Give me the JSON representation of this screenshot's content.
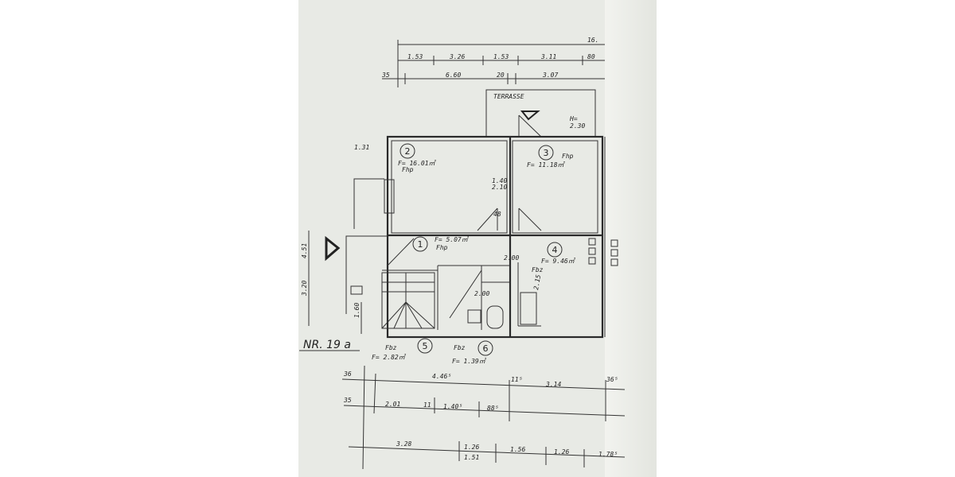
{
  "plan": {
    "label": "NR. 19 a",
    "terrace": "TERRASSE",
    "terrace_height": "H=",
    "terrace_height_value": "2.30",
    "rooms": [
      {
        "number": "1",
        "area": "F= 5.07㎡",
        "floor": "Fhp"
      },
      {
        "number": "2",
        "area": "F= 16.01㎡",
        "floor": "Fhp"
      },
      {
        "number": "3",
        "area": "F= 11.18㎡",
        "floor": "Fhp"
      },
      {
        "number": "4",
        "area": "F= 9.46㎡",
        "floor": "Fbz"
      },
      {
        "number": "5",
        "area": "F= 2.82㎡",
        "floor": "Fbz"
      },
      {
        "number": "6",
        "area": "F= 1.39㎡",
        "floor": "Fbz"
      }
    ],
    "door_notes": [
      "1.40",
      "2.10",
      "48",
      "2.00",
      "2.00",
      "1.26",
      "1.51",
      "2.15"
    ],
    "top_dims_row1": [
      "1.53",
      "3.26",
      "1.53",
      "3.11",
      "80"
    ],
    "top_dims_row2": [
      "35",
      "6.60",
      "20",
      "3.07"
    ],
    "top_total": "16.",
    "bottom_dims_row1": [
      "36",
      "4.46⁵",
      "11⁵",
      "3.14",
      "36⁵"
    ],
    "bottom_dims_row2": [
      "35",
      "2.01",
      "11",
      "1.40⁵",
      "88⁵"
    ],
    "bottom_dims_row3": [
      "3.28",
      "1.26",
      "1.51",
      "1.56",
      "1.26",
      "1.78⁵"
    ],
    "side_dims": [
      "4.51",
      "3.20",
      "1.60",
      "1.31"
    ]
  }
}
